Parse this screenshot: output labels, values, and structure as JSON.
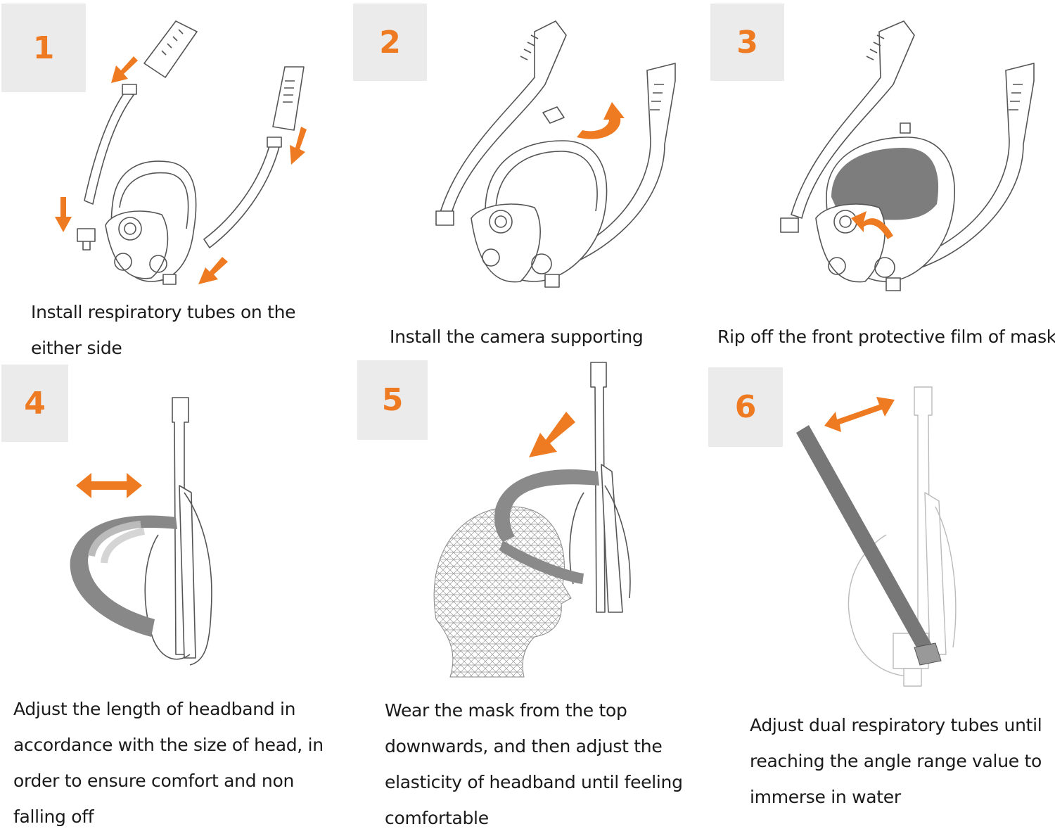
{
  "accent_color": "#ee7a22",
  "badge_color": "#ebebeb",
  "steps": [
    {
      "number": "1",
      "illustration": "mask-with-two-tubes-arrows-icon",
      "caption": [
        "Install respiratory tubes on the",
        "either side"
      ]
    },
    {
      "number": "2",
      "illustration": "camera-mount-arrow-icon",
      "caption": [
        "Install the camera supporting"
      ]
    },
    {
      "number": "3",
      "illustration": "protective-film-removal-icon",
      "caption": [
        "Rip off the front protective film of mask"
      ]
    },
    {
      "number": "4",
      "illustration": "headband-adjust-icon",
      "caption": [
        "Adjust the length of headband in",
        "accordance with the size of head, in",
        "order to ensure comfort and non",
        "falling off"
      ]
    },
    {
      "number": "5",
      "illustration": "wear-mask-on-head-icon",
      "caption": [
        "Wear the mask from the top",
        "downwards, and then adjust the",
        "elasticity of headband until feeling",
        "comfortable"
      ]
    },
    {
      "number": "6",
      "illustration": "tube-angle-adjust-icon",
      "caption": [
        "Adjust dual respiratory tubes until",
        "reaching the angle range value to",
        "immerse in water"
      ]
    }
  ]
}
